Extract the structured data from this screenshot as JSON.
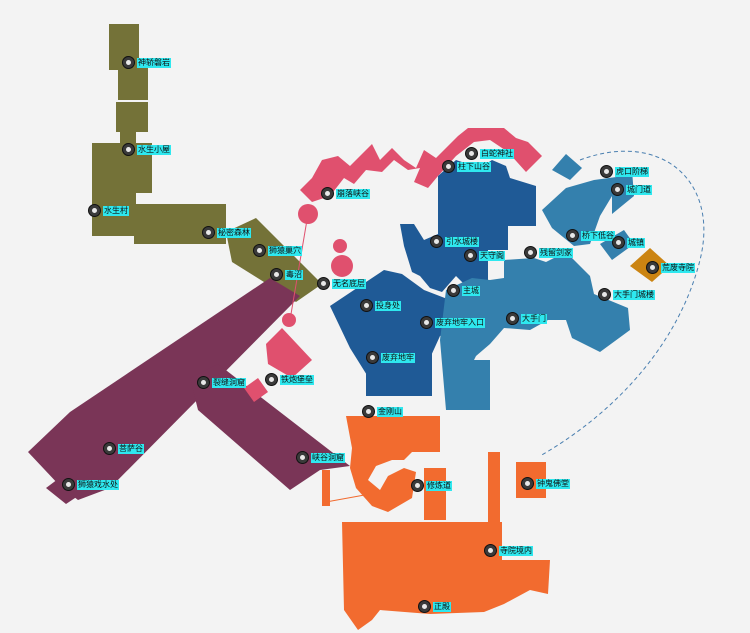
{
  "colors": {
    "olive": "#747238",
    "maroon": "#7a3557",
    "pink": "#e0506e",
    "navy": "#1f5a96",
    "steel": "#3480ad",
    "gold": "#cb8412",
    "orange": "#f26b2f",
    "label_bg": "#2ee8ef",
    "background": "#f3f3f3"
  },
  "icon": "location-marker-icon",
  "places": [
    {
      "id": "shenjiang",
      "name": "神轿磐岩"
    },
    {
      "id": "shuisheng-hut",
      "name": "水生小屋"
    },
    {
      "id": "shuisheng-village",
      "name": "水生村"
    },
    {
      "id": "secret-forest",
      "name": "秘密森林"
    },
    {
      "id": "shi-nest",
      "name": "狮猿巢穴"
    },
    {
      "id": "pond",
      "name": "毒沼"
    },
    {
      "id": "nameless-bottom",
      "name": "无名底层"
    },
    {
      "id": "collapse-gorge",
      "name": "崩落峡谷"
    },
    {
      "id": "baishe",
      "name": "白蛇神社"
    },
    {
      "id": "shanggu",
      "name": "柱下山谷"
    },
    {
      "id": "yinshui",
      "name": "引水城楼"
    },
    {
      "id": "tianshou",
      "name": "天守阁"
    },
    {
      "id": "canliu",
      "name": "残留剑家"
    },
    {
      "id": "hukou",
      "name": "虎口阶梯"
    },
    {
      "id": "chengmen",
      "name": "城门道"
    },
    {
      "id": "qiaoxia",
      "name": "桥下低谷"
    },
    {
      "id": "chengzhen",
      "name": "城镇"
    },
    {
      "id": "huangfei",
      "name": "荒废寺院"
    },
    {
      "id": "dashoumen-tower",
      "name": "大手门城楼"
    },
    {
      "id": "dashoumen",
      "name": "大手门"
    },
    {
      "id": "zhuzhuo",
      "name": "主城"
    },
    {
      "id": "feiqi-entrance",
      "name": "废弃地牢入口"
    },
    {
      "id": "tuoshen",
      "name": "投身处"
    },
    {
      "id": "feiqi",
      "name": "废弃地牢"
    },
    {
      "id": "tiepao",
      "name": "铁炮堡垒"
    },
    {
      "id": "liefeng",
      "name": "裂缝洞窟"
    },
    {
      "id": "jingang",
      "name": "金刚山"
    },
    {
      "id": "xiagu",
      "name": "峡谷洞窟"
    },
    {
      "id": "pusa",
      "name": "菩萨谷"
    },
    {
      "id": "shiyuan-water",
      "name": "狮猿戏水处"
    },
    {
      "id": "xiulian",
      "name": "修炼道"
    },
    {
      "id": "zhonggui",
      "name": "钟鬼佛堂"
    },
    {
      "id": "siyuan-inner",
      "name": "寺院境内"
    },
    {
      "id": "zhengdian",
      "name": "正殿"
    }
  ]
}
